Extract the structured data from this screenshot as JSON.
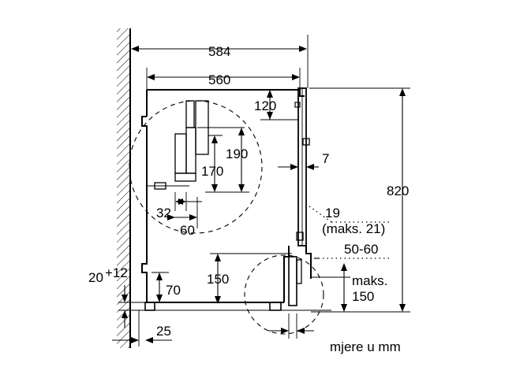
{
  "dimensions": {
    "width_overall": "584",
    "width_body": "560",
    "top_gap": "120",
    "depth_7": "7",
    "height_overall": "820",
    "range_19": "19",
    "max_21": "(maks. 21)",
    "range_50_60": "50-60",
    "max_label": "maks.",
    "max_150": "150",
    "height_190": "190",
    "height_170": "170",
    "width_32": "32",
    "width_60": "60",
    "height_150": "150",
    "height_70": "70",
    "adjust_20": "20",
    "adjust_plus12": "+12",
    "foot_25": "25"
  },
  "units_note": "mjere u mm"
}
